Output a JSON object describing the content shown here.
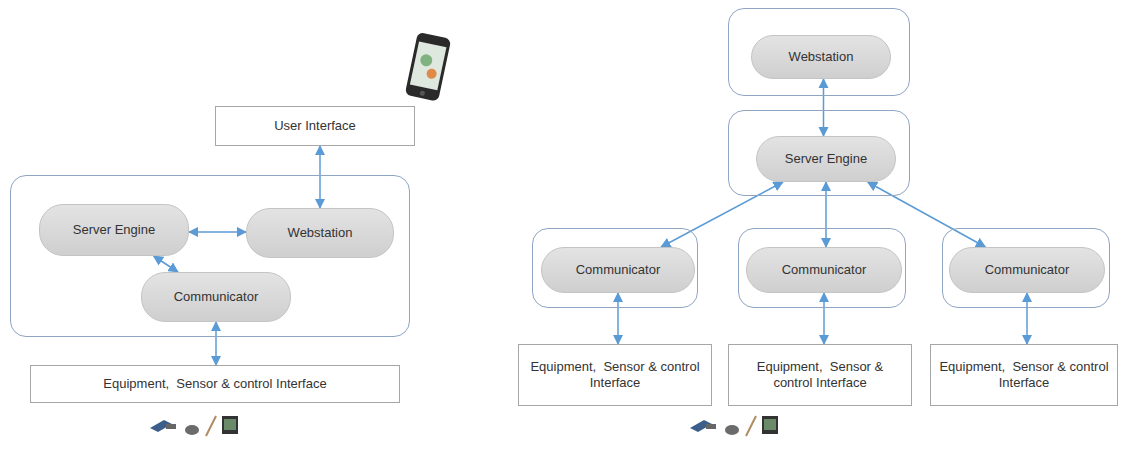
{
  "diagram": {
    "nodes": [
      {
        "text": [
          "User Interface"
        ]
      },
      {
        "text": []
      },
      {
        "text": [
          "Server Engine"
        ],
        "in": 1
      },
      {
        "text": [
          "Webstation"
        ],
        "in": 1
      },
      {
        "text": [
          "Communicator"
        ],
        "in": 1
      },
      {
        "text": [
          "Equipment,  Sensor & control Interface"
        ]
      },
      {
        "text": []
      },
      {
        "text": [
          "Webstation"
        ],
        "in": 6
      },
      {
        "text": []
      },
      {
        "text": [
          "Server Engine"
        ],
        "in": 8
      },
      {
        "text": []
      },
      {
        "text": [
          "Communicator"
        ],
        "in": 10
      },
      {
        "text": []
      },
      {
        "text": [
          "Communicator"
        ],
        "in": 12
      },
      {
        "text": []
      },
      {
        "text": [
          "Communicator"
        ],
        "in": 14
      },
      {
        "text": [
          "Equipment,  Sensor & control Interface"
        ]
      },
      {
        "text": [
          "Equipment,  Sensor & control Interface"
        ]
      },
      {
        "text": [
          "Equipment,  Sensor & control Interface"
        ]
      }
    ],
    "edges": [
      {
        "from": 2,
        "to": 3,
        "arrow": "both"
      },
      {
        "from": 2,
        "to": 4,
        "arrow": "both"
      },
      {
        "from": 3,
        "to": 0,
        "arrow": "both"
      },
      {
        "from": 4,
        "to": 5,
        "arrow": "both"
      },
      {
        "from": 7,
        "to": 9,
        "arrow": "both"
      },
      {
        "from": 9,
        "to": 11,
        "arrow": "both"
      },
      {
        "from": 9,
        "to": 13,
        "arrow": "both"
      },
      {
        "from": 9,
        "to": 15,
        "arrow": "both"
      },
      {
        "from": 11,
        "to": 16,
        "arrow": "both"
      },
      {
        "from": 13,
        "to": 17,
        "arrow": "both"
      },
      {
        "from": 15,
        "to": 18,
        "arrow": "both"
      }
    ]
  }
}
